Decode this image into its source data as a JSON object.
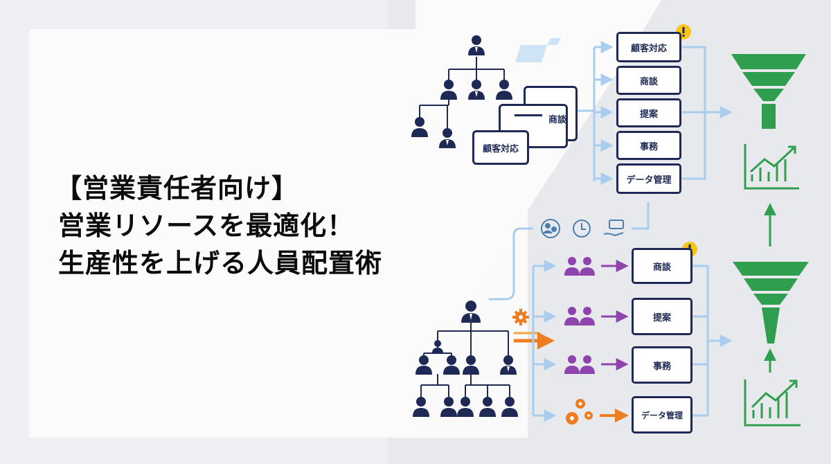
{
  "headline": {
    "line1": "【営業責任者向け】",
    "line2": "営業リソースを最適化！",
    "line3": "生産性を上げる人員配置術"
  },
  "top_panel": {
    "card_back_label": "商談",
    "card_front_label": "顧客対応",
    "tasks": [
      "顧客対応",
      "商談",
      "提案",
      "事務",
      "データ管理"
    ],
    "alert_task": "顧客対応"
  },
  "bottom_panel": {
    "resource_icons": [
      "people-icon",
      "clock-icon",
      "money-hand-icon"
    ],
    "tasks": [
      "商談",
      "提案",
      "事務",
      "データ管理"
    ],
    "alert_task": "商談"
  },
  "colors": {
    "navy": "#1e2a55",
    "light_blue": "#a9cdee",
    "purple": "#8e44ad",
    "orange": "#ee7d22",
    "green": "#2f9e4f",
    "alert": "#f5c518"
  }
}
